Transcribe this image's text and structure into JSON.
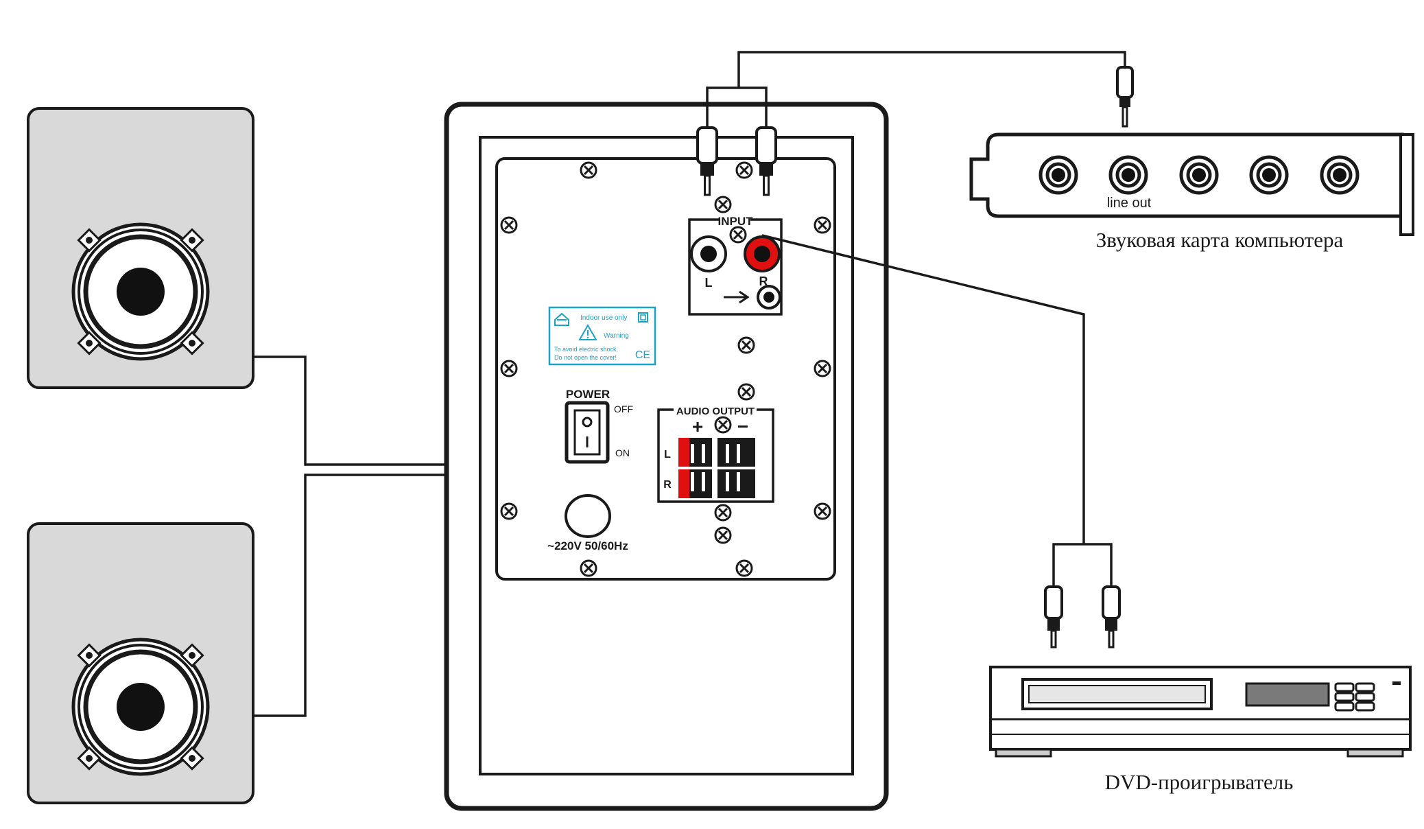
{
  "captions": {
    "sound_card": "Звуковая карта компьютера",
    "dvd_player": "DVD-проигрыватель",
    "line_out": "line out"
  },
  "panel": {
    "input_label": "INPUT",
    "input_left": "L",
    "input_right": "R",
    "power_label": "POWER",
    "power_off": "OFF",
    "power_on": "ON",
    "audio_output_label": "AUDIO OUTPUT",
    "audio_output_plus": "+",
    "audio_output_minus": "−",
    "audio_output_left": "L",
    "audio_output_right": "R",
    "mains_label": "~220V 50/60Hz"
  },
  "warning_label": {
    "line1": "Indoor use only",
    "line2": "Warning",
    "line3": "To avoid electric shock,",
    "line4": "Do not open the cover!",
    "mark": "CE"
  },
  "colors": {
    "line": "#1a1a1a",
    "speaker_box": "#d9d9d9",
    "red_jack": "#e01010",
    "label_cyan": "#19a3c8"
  },
  "icons": [
    "screw-icon",
    "rca-plug-icon",
    "speaker-driver-icon",
    "warning-triangle-icon",
    "ce-mark-icon",
    "home-icon"
  ]
}
